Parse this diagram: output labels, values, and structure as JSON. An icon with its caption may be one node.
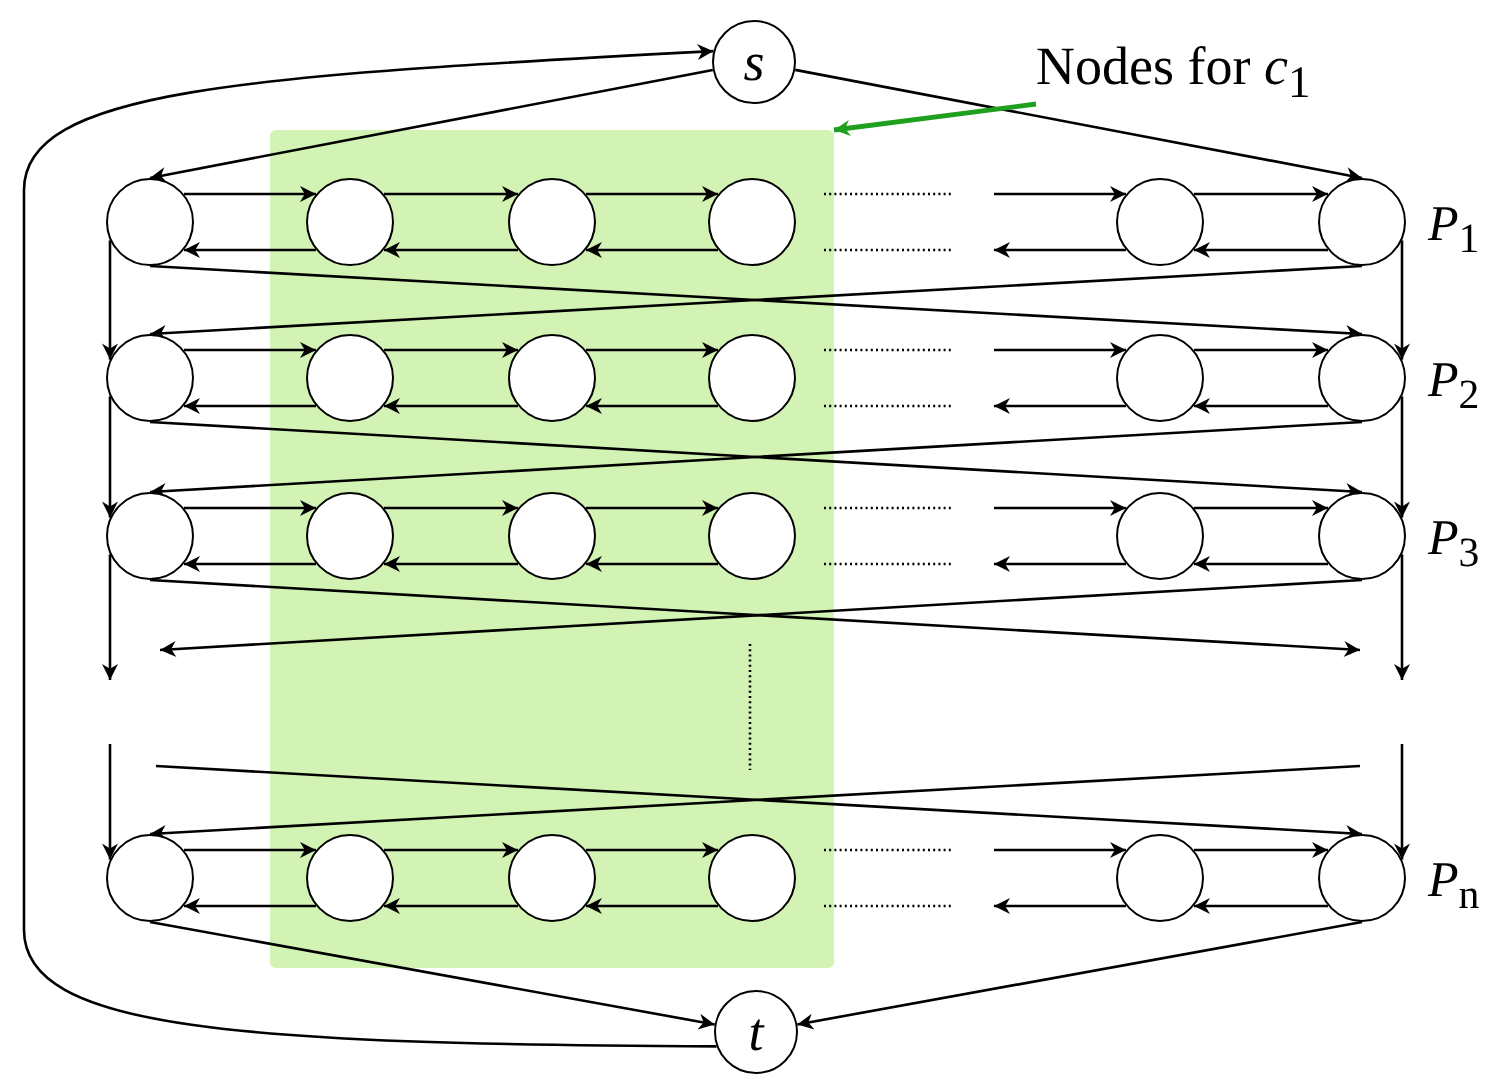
{
  "diagram": {
    "nodes": [
      {
        "text": [
          "s"
        ]
      },
      {
        "text": [
          "Nodes for *c*$_{1}$"
        ]
      },
      {
        "text": [],
        "shape": "box"
      },
      {
        "text": [],
        "shape": "circle"
      },
      {
        "text": [],
        "shape": "circle",
        "in": 2
      },
      {
        "text": [],
        "shape": "circle",
        "in": 2
      },
      {
        "text": [],
        "shape": "circle",
        "in": 2
      },
      {
        "text": [],
        "shape": "circle"
      },
      {
        "text": [],
        "shape": "circle",
        "beside": [
          "*P*$_{1}$"
        ]
      },
      {
        "text": [],
        "shape": "circle"
      },
      {
        "text": [],
        "shape": "circle",
        "in": 2
      },
      {
        "text": [],
        "shape": "circle",
        "in": 2
      },
      {
        "text": [],
        "shape": "circle",
        "in": 2
      },
      {
        "text": [],
        "shape": "circle"
      },
      {
        "text": [],
        "shape": "circle",
        "beside": [
          "*P*$_{2}$"
        ]
      },
      {
        "text": [],
        "shape": "circle"
      },
      {
        "text": [],
        "shape": "circle",
        "in": 2
      },
      {
        "text": [],
        "shape": "circle",
        "in": 2
      },
      {
        "text": [],
        "shape": "circle",
        "in": 2
      },
      {
        "text": [],
        "shape": "circle"
      },
      {
        "text": [],
        "shape": "circle",
        "beside": [
          "*P*$_{3}$"
        ]
      },
      {
        "text": [],
        "shape": "circle"
      },
      {
        "text": [],
        "shape": "circle",
        "in": 2
      },
      {
        "text": [],
        "shape": "circle",
        "in": 2
      },
      {
        "text": [],
        "shape": "circle",
        "in": 2
      },
      {
        "text": [],
        "shape": "circle"
      },
      {
        "text": [],
        "shape": "circle",
        "beside": [
          "*P*$_{n}$"
        ]
      },
      {
        "text": [
          "t"
        ]
      }
    ],
    "edges": [
      {
        "from": 0,
        "to": 3,
        "arrow": "to"
      },
      {
        "from": 0,
        "to": 8,
        "arrow": "to"
      },
      {
        "from": 27,
        "to": 0,
        "arrow": "to"
      },
      {
        "from": 3,
        "to": 4,
        "arrow": "to"
      },
      {
        "from": 4,
        "to": 3,
        "arrow": "to"
      },
      {
        "from": 4,
        "to": 5,
        "arrow": "to"
      },
      {
        "from": 5,
        "to": 4,
        "arrow": "to"
      },
      {
        "from": 5,
        "to": 6,
        "arrow": "to"
      },
      {
        "from": 6,
        "to": 5,
        "arrow": "to"
      },
      {
        "from": null,
        "to": 7,
        "arrow": "to"
      },
      {
        "from": 7,
        "to": null,
        "arrow": "to"
      },
      {
        "from": 7,
        "to": 8,
        "arrow": "to"
      },
      {
        "from": 8,
        "to": 7,
        "arrow": "to"
      },
      {
        "from": 9,
        "to": 10,
        "arrow": "to"
      },
      {
        "from": 10,
        "to": 9,
        "arrow": "to"
      },
      {
        "from": 10,
        "to": 11,
        "arrow": "to"
      },
      {
        "from": 11,
        "to": 10,
        "arrow": "to"
      },
      {
        "from": 11,
        "to": 12,
        "arrow": "to"
      },
      {
        "from": 12,
        "to": 11,
        "arrow": "to"
      },
      {
        "from": null,
        "to": 13,
        "arrow": "to"
      },
      {
        "from": 13,
        "to": null,
        "arrow": "to"
      },
      {
        "from": 13,
        "to": 14,
        "arrow": "to"
      },
      {
        "from": 14,
        "to": 13,
        "arrow": "to"
      },
      {
        "from": 15,
        "to": 16,
        "arrow": "to"
      },
      {
        "from": 16,
        "to": 15,
        "arrow": "to"
      },
      {
        "from": 16,
        "to": 17,
        "arrow": "to"
      },
      {
        "from": 17,
        "to": 16,
        "arrow": "to"
      },
      {
        "from": 17,
        "to": 18,
        "arrow": "to"
      },
      {
        "from": 18,
        "to": 17,
        "arrow": "to"
      },
      {
        "from": null,
        "to": 19,
        "arrow": "to"
      },
      {
        "from": 19,
        "to": null,
        "arrow": "to"
      },
      {
        "from": 19,
        "to": 20,
        "arrow": "to"
      },
      {
        "from": 20,
        "to": 19,
        "arrow": "to"
      },
      {
        "from": 21,
        "to": 22,
        "arrow": "to"
      },
      {
        "from": 22,
        "to": 21,
        "arrow": "to"
      },
      {
        "from": 22,
        "to": 23,
        "arrow": "to"
      },
      {
        "from": 23,
        "to": 22,
        "arrow": "to"
      },
      {
        "from": 23,
        "to": 24,
        "arrow": "to"
      },
      {
        "from": 24,
        "to": 23,
        "arrow": "to"
      },
      {
        "from": null,
        "to": 25,
        "arrow": "to"
      },
      {
        "from": 25,
        "to": null,
        "arrow": "to"
      },
      {
        "from": 25,
        "to": 26,
        "arrow": "to"
      },
      {
        "from": 26,
        "to": 25,
        "arrow": "to"
      },
      {
        "from": 3,
        "to": 14,
        "arrow": "to"
      },
      {
        "from": 8,
        "to": 9,
        "arrow": "to"
      },
      {
        "from": 3,
        "to": 9,
        "arrow": "to"
      },
      {
        "from": 8,
        "to": 14,
        "arrow": "to"
      },
      {
        "from": 9,
        "to": 20,
        "arrow": "to"
      },
      {
        "from": 14,
        "to": 15,
        "arrow": "to"
      },
      {
        "from": 9,
        "to": 15,
        "arrow": "to"
      },
      {
        "from": 14,
        "to": 20,
        "arrow": "to"
      },
      {
        "from": 15,
        "to": null,
        "arrow": "to"
      },
      {
        "from": 20,
        "to": null,
        "arrow": "to"
      },
      {
        "from": 15,
        "to": null,
        "arrow": "to"
      },
      {
        "from": 20,
        "to": null,
        "arrow": "to"
      },
      {
        "from": null,
        "to": 26,
        "arrow": "to"
      },
      {
        "from": null,
        "to": 21,
        "arrow": "to"
      },
      {
        "from": null,
        "to": 21,
        "arrow": "to"
      },
      {
        "from": null,
        "to": 26,
        "arrow": "to"
      },
      {
        "from": 21,
        "to": 27,
        "arrow": "to"
      },
      {
        "from": 26,
        "to": 27,
        "arrow": "to"
      },
      {
        "from": 1,
        "to": 2,
        "arrow": "to",
        "color": "#1ea01e"
      }
    ]
  }
}
